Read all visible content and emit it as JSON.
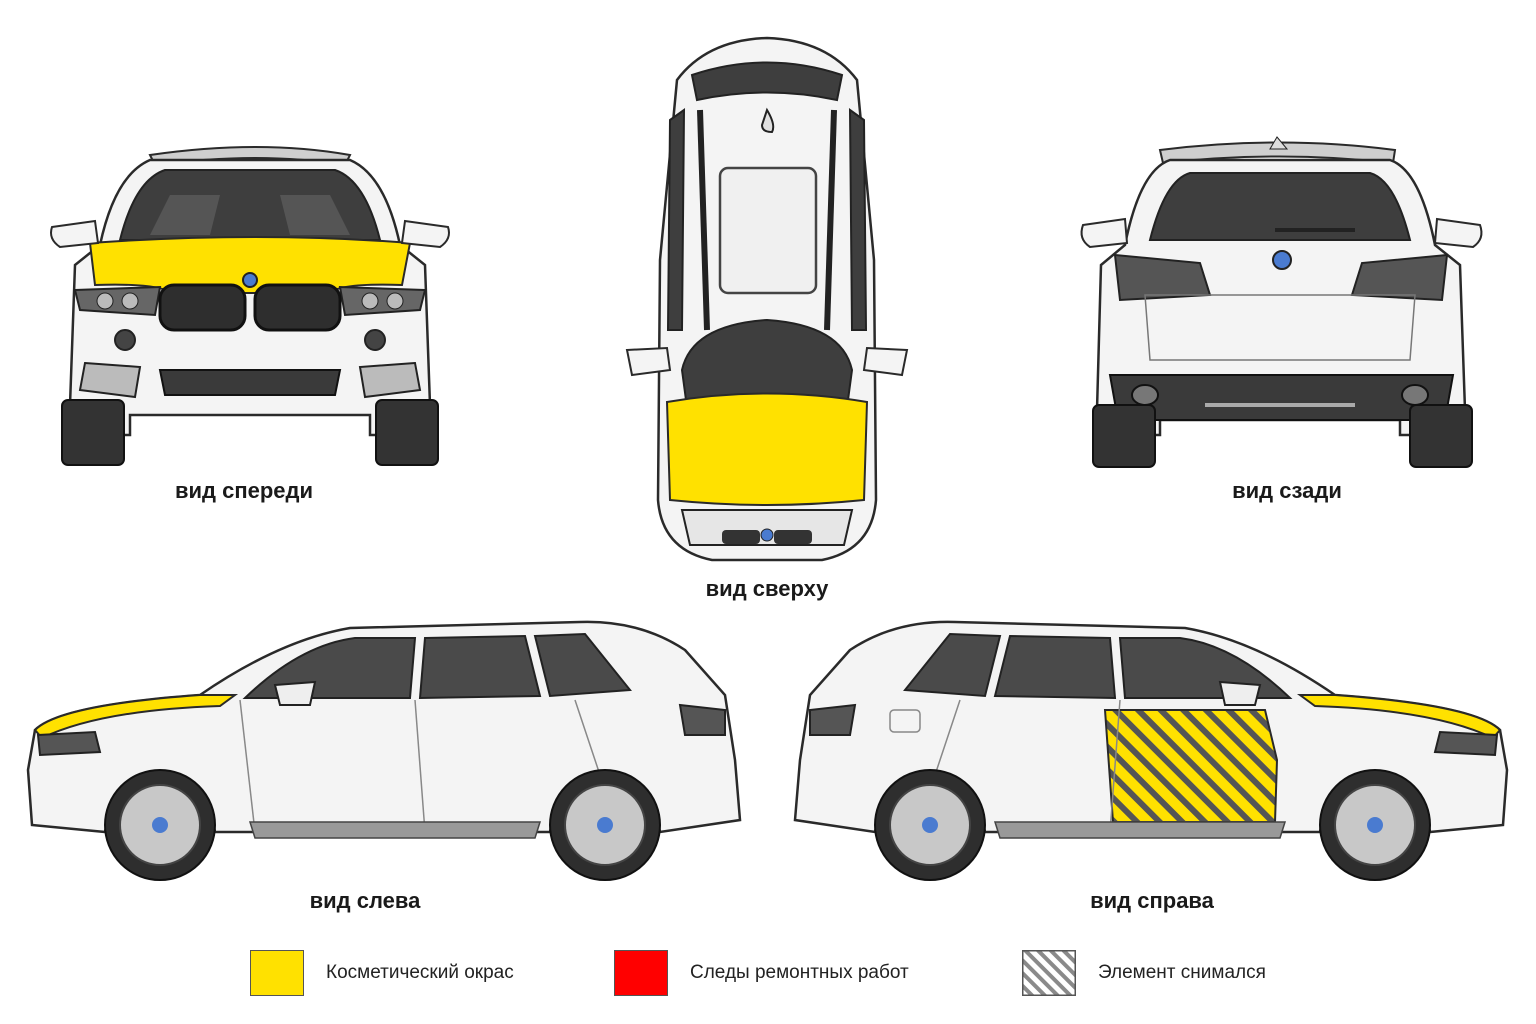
{
  "views": {
    "front": {
      "label": "вид спереди"
    },
    "top": {
      "label": "вид сверху"
    },
    "rear": {
      "label": "вид сзади"
    },
    "left": {
      "label": "вид слева"
    },
    "right": {
      "label": "вид справа"
    }
  },
  "legend": [
    {
      "label": "Косметический окрас",
      "color": "#FFE100",
      "pattern": "solid"
    },
    {
      "label": "Следы ремонтных работ",
      "color": "#FF0000",
      "pattern": "solid"
    },
    {
      "label": "Элемент снимался",
      "color": "#888888",
      "pattern": "hatch"
    }
  ],
  "colors": {
    "cosmetic_paint": "#FFE100",
    "repair_traces": "#FF0000",
    "removed_hatch": "#555555",
    "body": "#F4F4F4",
    "glass": "#3E3E3E",
    "outline": "#2A2A2A"
  }
}
